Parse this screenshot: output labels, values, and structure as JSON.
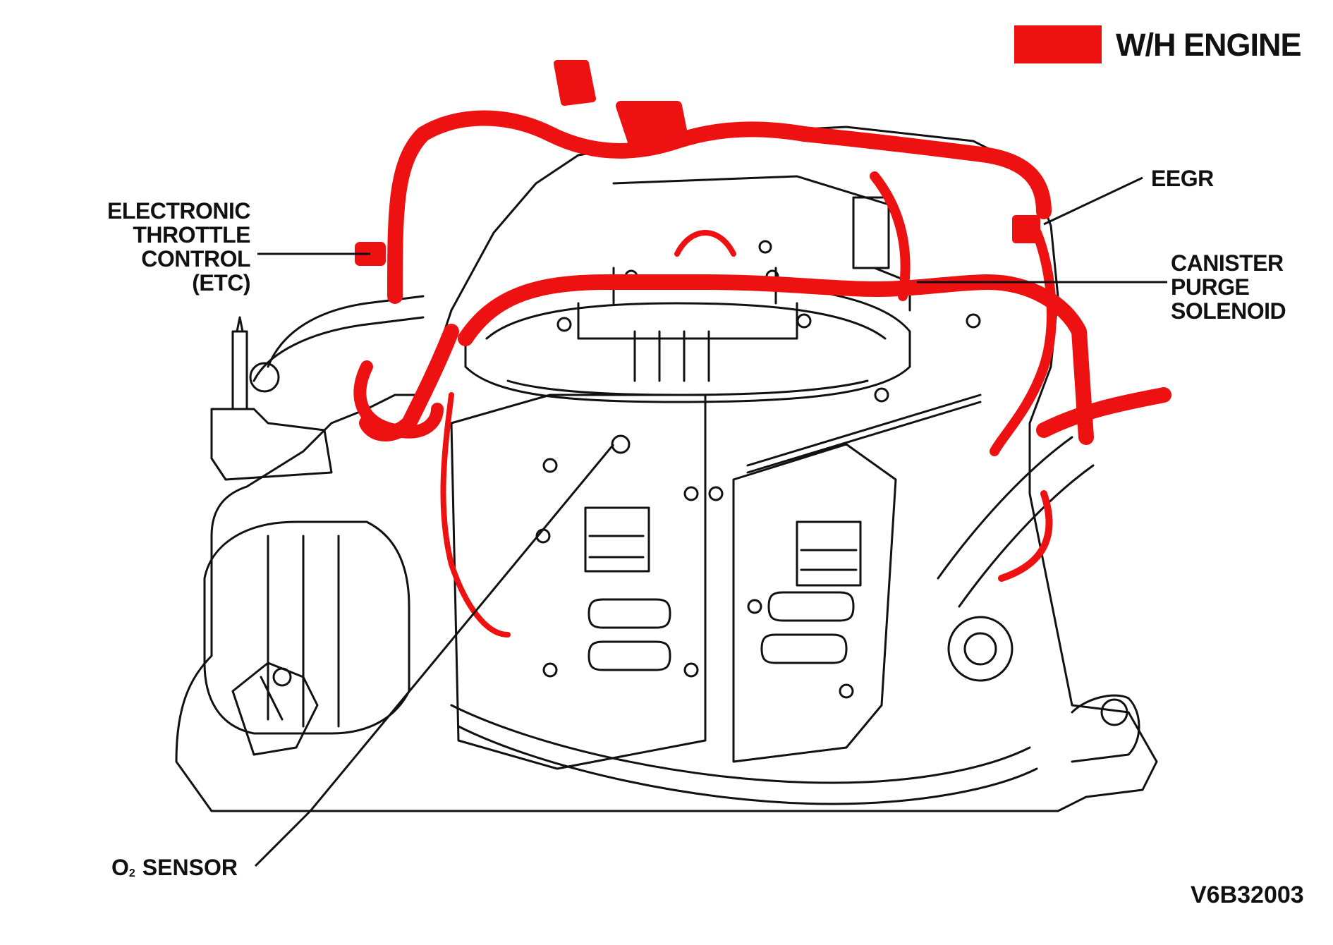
{
  "legend": {
    "swatch_color": "#ee1111",
    "text": "W/H ENGINE"
  },
  "labels": {
    "etc": [
      "ELECTRONIC",
      "THROTTLE",
      "CONTROL",
      "(ETC)"
    ],
    "eegr": "EEGR",
    "canister": [
      "CANISTER",
      "PURGE",
      "SOLENOID"
    ],
    "o2_letter": "O",
    "o2_sub": "2",
    "o2_word": "SENSOR"
  },
  "figure_code": "V6B32003",
  "colors": {
    "harness": "#ee1111",
    "linework": "#111111"
  }
}
